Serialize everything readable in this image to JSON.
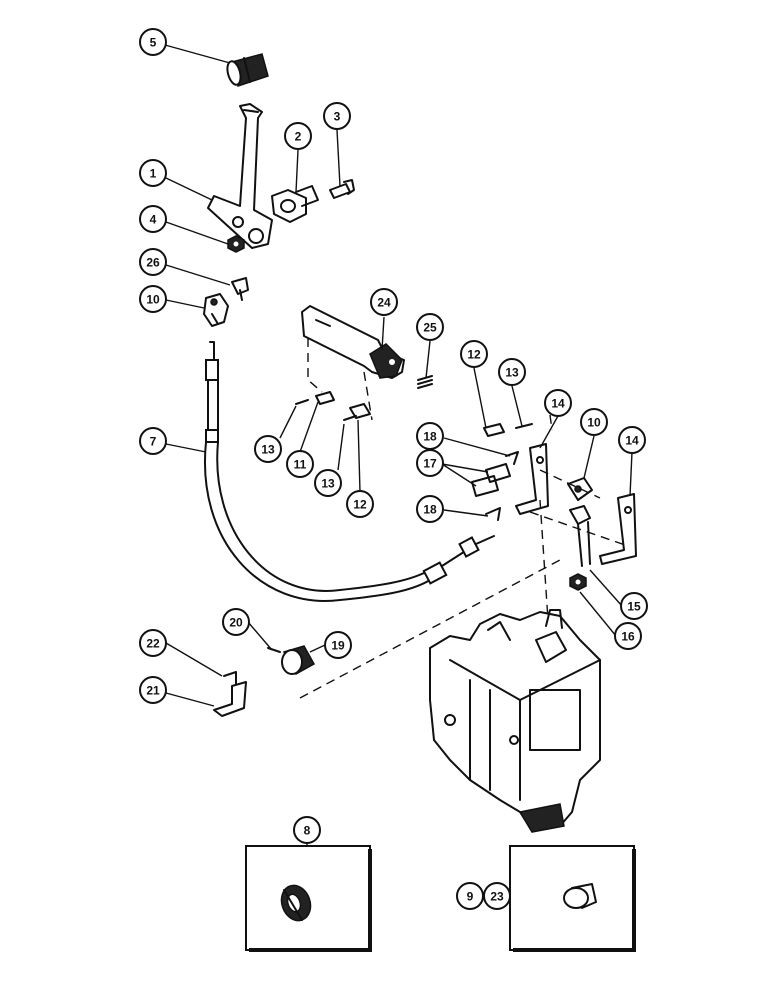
{
  "callouts": [
    {
      "key": "c1",
      "text": "1"
    },
    {
      "key": "c2",
      "text": "2"
    },
    {
      "key": "c3",
      "text": "3"
    },
    {
      "key": "c4",
      "text": "4"
    },
    {
      "key": "c5",
      "text": "5"
    },
    {
      "key": "c7",
      "text": "7"
    },
    {
      "key": "c8",
      "text": "8"
    },
    {
      "key": "c9",
      "text": "9"
    },
    {
      "key": "c10a",
      "text": "10"
    },
    {
      "key": "c10b",
      "text": "10"
    },
    {
      "key": "c11",
      "text": "11"
    },
    {
      "key": "c12a",
      "text": "12"
    },
    {
      "key": "c12b",
      "text": "12"
    },
    {
      "key": "c13a",
      "text": "13"
    },
    {
      "key": "c13b",
      "text": "13"
    },
    {
      "key": "c13c",
      "text": "13"
    },
    {
      "key": "c14a",
      "text": "14"
    },
    {
      "key": "c14b",
      "text": "14"
    },
    {
      "key": "c15",
      "text": "15"
    },
    {
      "key": "c16",
      "text": "16"
    },
    {
      "key": "c17",
      "text": "17"
    },
    {
      "key": "c18a",
      "text": "18"
    },
    {
      "key": "c18b",
      "text": "18"
    },
    {
      "key": "c19",
      "text": "19"
    },
    {
      "key": "c20",
      "text": "20"
    },
    {
      "key": "c21",
      "text": "21"
    },
    {
      "key": "c22",
      "text": "22"
    },
    {
      "key": "c23",
      "text": "23"
    },
    {
      "key": "c24",
      "text": "24"
    },
    {
      "key": "c25",
      "text": "25"
    },
    {
      "key": "c26",
      "text": "26"
    }
  ],
  "icons": {
    "knob": "control-knob-icon",
    "lever": "control-lever-icon",
    "pivot": "pivot-bracket-icon",
    "cable": "control-cable-icon",
    "quadrant": "quadrant-plate-icon",
    "valve": "control-valve-icon",
    "grommet": "grommet-icon",
    "plug": "plug-icon"
  }
}
